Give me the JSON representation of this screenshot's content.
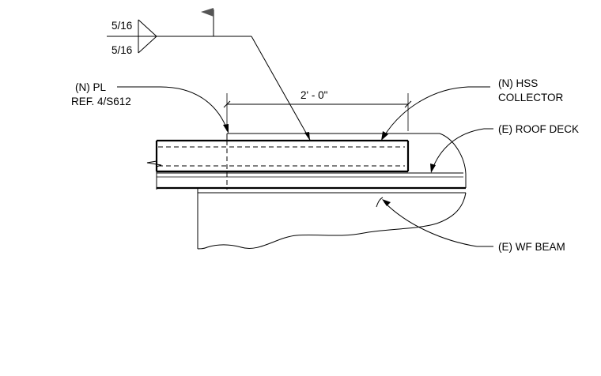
{
  "weld_symbol": {
    "top_size": "5/16",
    "bottom_size": "5/16"
  },
  "dimension": {
    "label": "2' - 0\""
  },
  "callouts": {
    "new_plate_line1": "(N) PL",
    "new_plate_line2": "REF. 4/S612",
    "hss_line1": "(N) HSS",
    "hss_line2": "COLLECTOR",
    "roof_deck": "(E) ROOF DECK",
    "wf_beam": "(E) WF BEAM"
  },
  "colors": {
    "line": "#000000",
    "background": "#ffffff",
    "flag": "#555555"
  }
}
